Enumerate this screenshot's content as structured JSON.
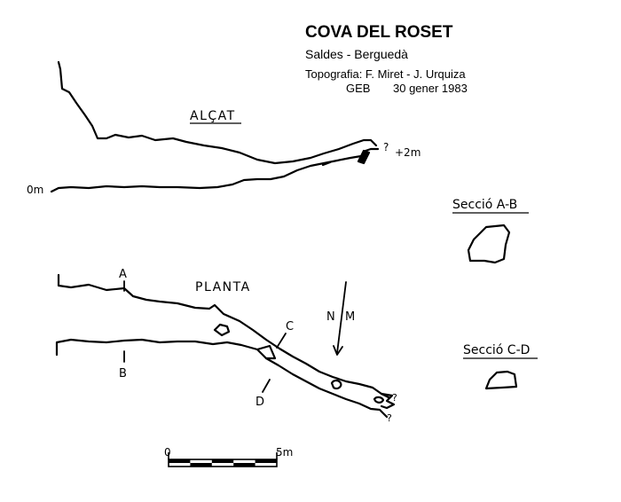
{
  "header": {
    "title": "COVA DEL ROSET",
    "location": "Saldes - Berguedà",
    "authors": "Topografia: F. Miret - J. Urquiza",
    "club": "GEB",
    "date": "30 gener 1983"
  },
  "elevation": {
    "label": "ALÇAT",
    "datum_label": "0m",
    "top_label": "+2m",
    "unknown_mark": "?"
  },
  "plan": {
    "label": "PLANTA",
    "section_a": "A",
    "section_b": "B",
    "section_c": "C",
    "section_d": "D",
    "north_label": "N",
    "magnetic_label": "M",
    "unknown_mark": "?"
  },
  "sections": {
    "ab_label": "Secció A-B",
    "cd_label": "Secció C-D"
  },
  "scale": {
    "start_label": "0",
    "end_label": "5m",
    "segments": 5
  },
  "colors": {
    "ink": "#000000",
    "paper": "#ffffff"
  }
}
